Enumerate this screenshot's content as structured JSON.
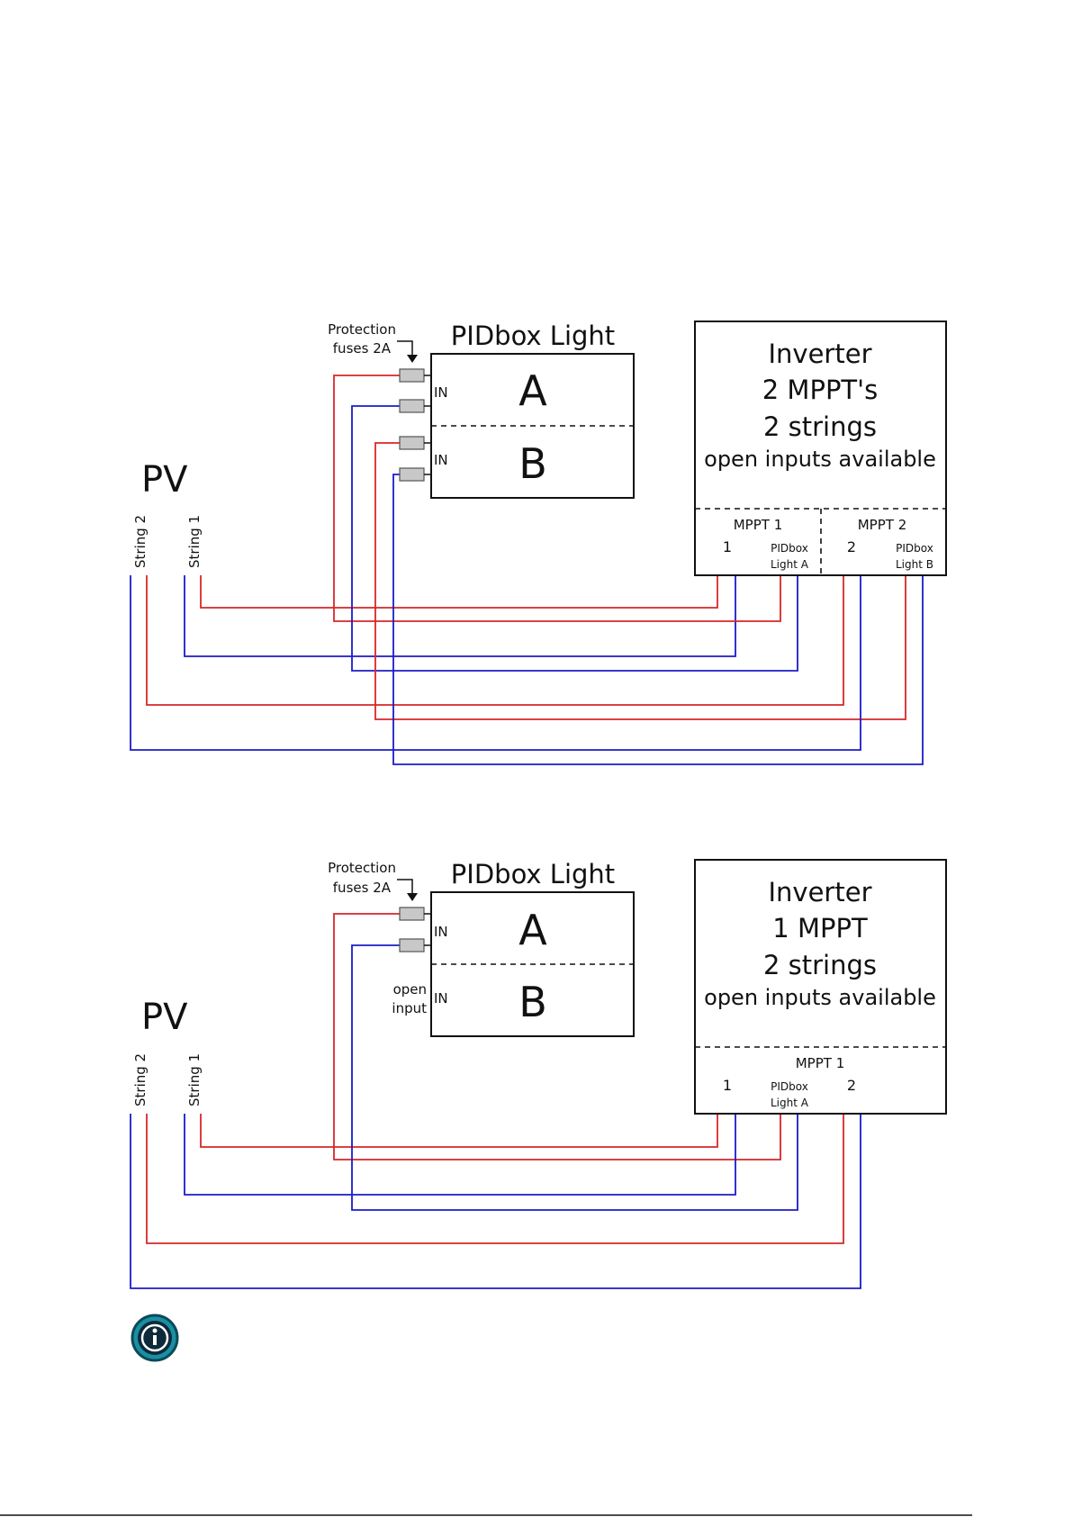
{
  "colors": {
    "positive_wire": "#d62828",
    "negative_wire": "#1c1cc8",
    "info_ring": "#1a8fa3",
    "info_fill": "#0e2a3a"
  },
  "diagram_1": {
    "fuse_label_line1": "Protection",
    "fuse_label_line2": "fuses 2A",
    "pidbox_title": "PIDbox Light",
    "channel_a": "A",
    "channel_b": "B",
    "in_label_a": "IN",
    "in_label_b": "IN",
    "pv_label": "PV",
    "string_2": "String 2",
    "string_1": "String 1",
    "inverter_line1": "Inverter",
    "inverter_line2": "2 MPPT's",
    "inverter_line3": "2 strings",
    "inverter_line4": "open inputs available",
    "mppt1_label": "MPPT 1",
    "mppt2_label": "MPPT 2",
    "mppt1_input1": "1",
    "mppt1_pidbox_line1": "PIDbox",
    "mppt1_pidbox_line2": "Light A",
    "mppt2_input2": "2",
    "mppt2_pidbox_line1": "PIDbox",
    "mppt2_pidbox_line2": "Light B"
  },
  "diagram_2": {
    "fuse_label_line1": "Protection",
    "fuse_label_line2": "fuses 2A",
    "pidbox_title": "PIDbox Light",
    "channel_a": "A",
    "channel_b": "B",
    "in_label_a": "IN",
    "in_label_b": "IN",
    "open_input_line1": "open",
    "open_input_line2": "input",
    "pv_label": "PV",
    "string_2": "String 2",
    "string_1": "String 1",
    "inverter_line1": "Inverter",
    "inverter_line2": "1 MPPT",
    "inverter_line3": "2 strings",
    "inverter_line4": "open inputs available",
    "mppt1_label": "MPPT 1",
    "mppt1_input1": "1",
    "mppt1_pidbox_line1": "PIDbox",
    "mppt1_pidbox_line2": "Light A",
    "mppt1_input2": "2"
  },
  "info_icon": "info-icon"
}
